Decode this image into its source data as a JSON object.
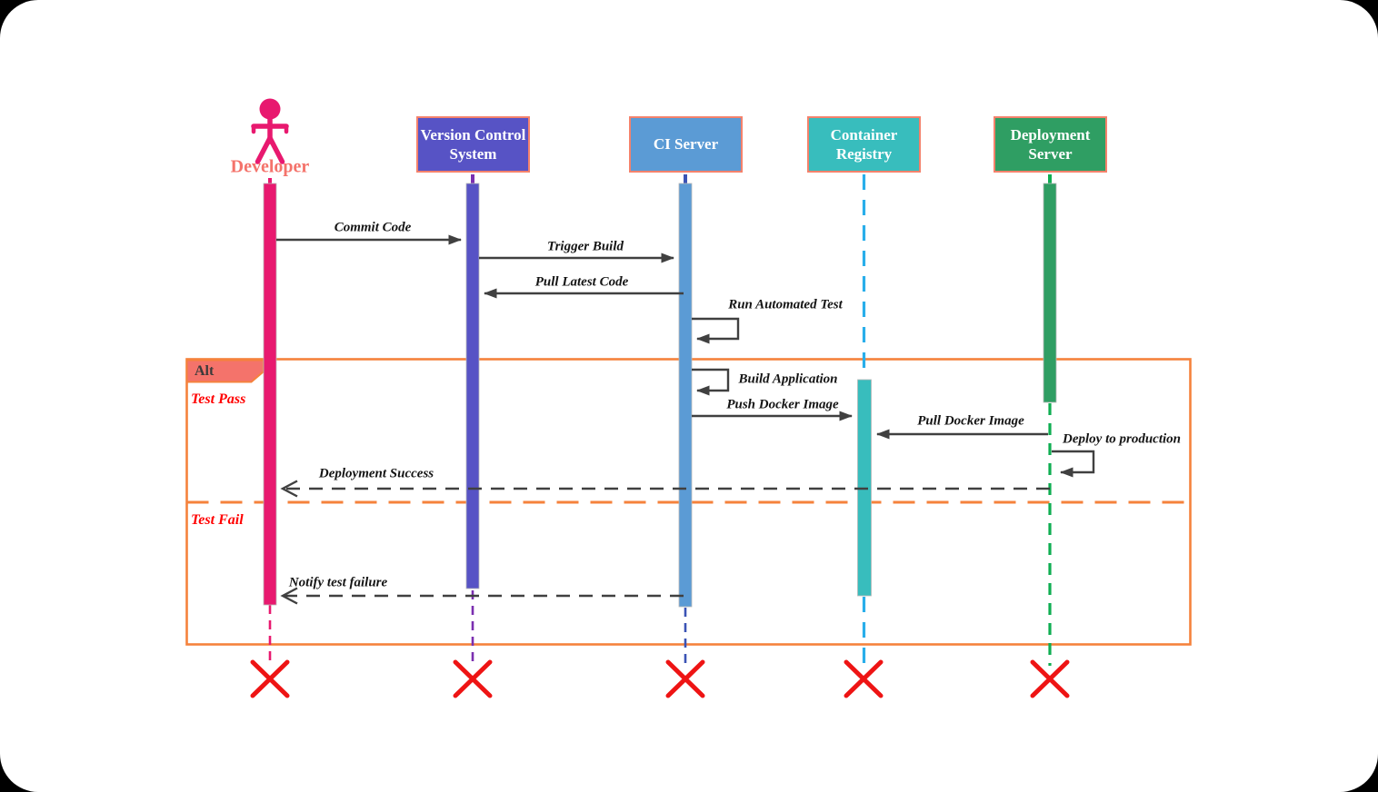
{
  "participants": [
    {
      "name": "Developer",
      "type": "actor",
      "color": "#E8196F",
      "label_color": "#F4736B"
    },
    {
      "name": "Version Control System",
      "type": "object",
      "color": "#5753C5"
    },
    {
      "name": "CI Server",
      "type": "object",
      "color": "#5B9BD5"
    },
    {
      "name": "Container Registry",
      "type": "object",
      "color": "#38BDBD"
    },
    {
      "name": "Deployment Server",
      "type": "object",
      "color": "#2F9E63"
    }
  ],
  "messages": [
    {
      "label": "Commit Code",
      "from": "Developer",
      "to": "Version Control System",
      "kind": "sync"
    },
    {
      "label": "Trigger Build",
      "from": "Version Control System",
      "to": "CI Server",
      "kind": "sync"
    },
    {
      "label": "Pull Latest Code",
      "from": "CI Server",
      "to": "Version Control System",
      "kind": "sync"
    },
    {
      "label": "Run Automated Test",
      "from": "CI Server",
      "to": "CI Server",
      "kind": "self"
    },
    {
      "label": "Build Application",
      "from": "CI Server",
      "to": "CI Server",
      "kind": "self"
    },
    {
      "label": "Push Docker Image",
      "from": "CI Server",
      "to": "Container Registry",
      "kind": "sync"
    },
    {
      "label": "Pull Docker Image",
      "from": "Deployment Server",
      "to": "Container Registry",
      "kind": "sync"
    },
    {
      "label": "Deploy to production",
      "from": "Deployment Server",
      "to": "Deployment Server",
      "kind": "self"
    },
    {
      "label": "Deployment Success",
      "from": "Deployment Server",
      "to": "Developer",
      "kind": "return"
    },
    {
      "label": "Notify test failure",
      "from": "CI Server",
      "to": "Developer",
      "kind": "return"
    }
  ],
  "alt_frame": {
    "operator": "Alt",
    "sections": [
      {
        "guard": "Test Pass"
      },
      {
        "guard": "Test Fail"
      }
    ]
  },
  "colors": {
    "frame_border": "#F5823C",
    "frame_tab_fill": "#F4736B",
    "box_border": "#F4826C",
    "guard_text": "#FF0000",
    "arrow": "#404040",
    "destroy_x": "#EE1414",
    "lifeline_developer": "#E8196F",
    "lifeline_vcs": "#7B2FB0",
    "lifeline_ci": "#3A53B5",
    "lifeline_registry": "#29AEEA",
    "lifeline_deployment": "#0FAE52"
  }
}
